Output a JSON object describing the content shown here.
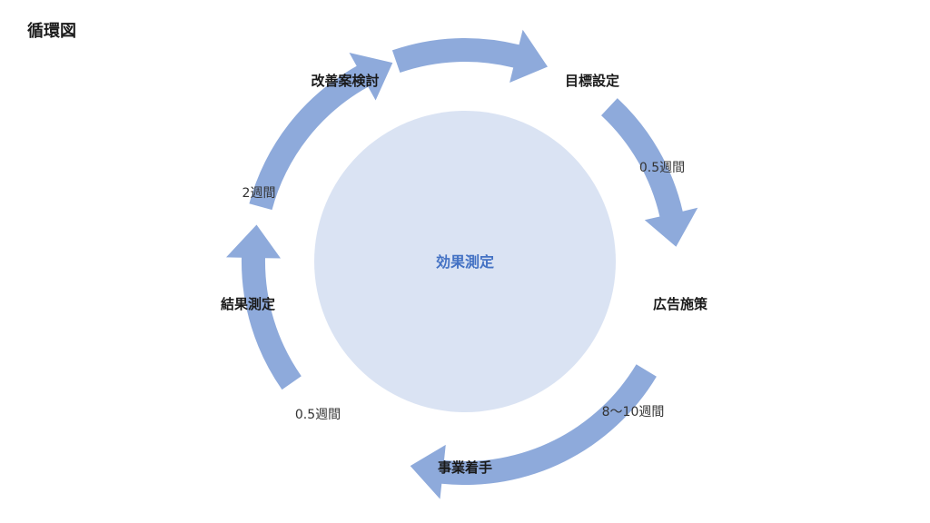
{
  "title": "循環図",
  "center": {
    "label": "効果測定",
    "fill": "#dae3f3",
    "text_color": "#4472c4"
  },
  "arrow_color": "#8eaadb",
  "steps": [
    {
      "label": "目標設定"
    },
    {
      "label": "広告施策"
    },
    {
      "label": "事業着手"
    },
    {
      "label": "結果測定"
    },
    {
      "label": "改善案検討"
    }
  ],
  "durations": [
    {
      "label": "0.5週間"
    },
    {
      "label": "8〜10週間"
    },
    {
      "label": "0.5週間"
    },
    {
      "label": "2週間"
    }
  ]
}
